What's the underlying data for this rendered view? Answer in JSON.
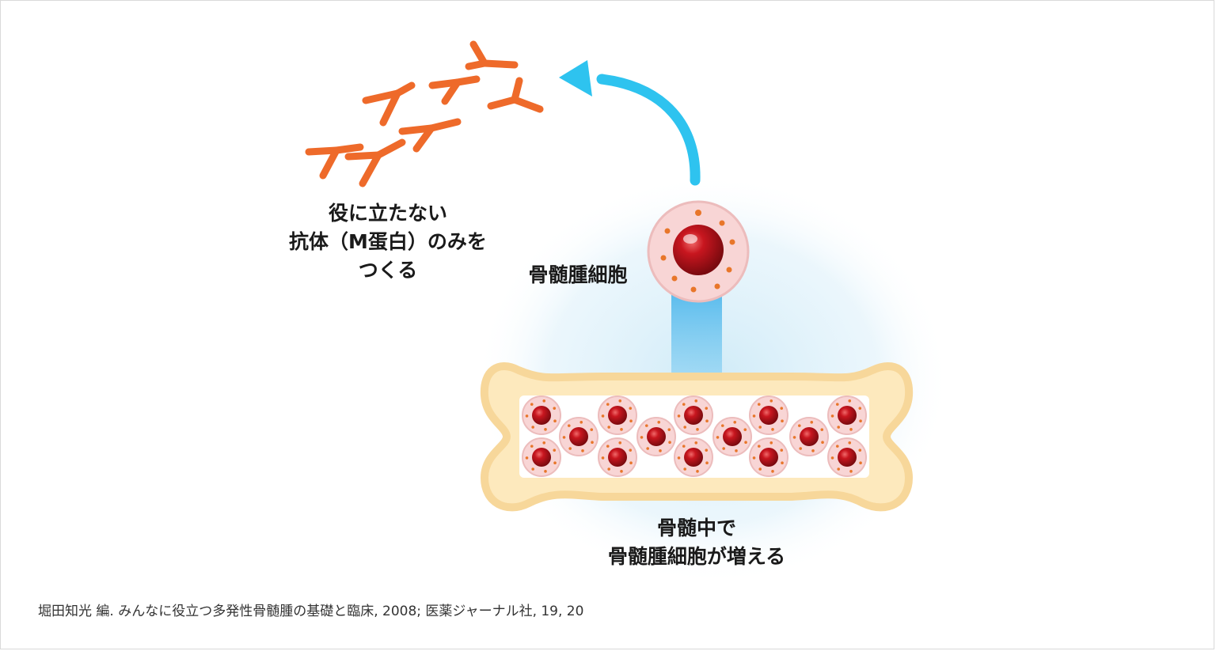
{
  "labels": {
    "antibody": [
      "役に立たない",
      "抗体（M蛋白）のみを",
      "つくる"
    ],
    "myeloma_cell": "骨髄腫細胞",
    "marrow": [
      "骨髄中で",
      "骨髄腫細胞が増える"
    ]
  },
  "caption": "堀田知光 編. みんなに役立つ多発性骨髄腫の基礎と臨床, 2008; 医薬ジャーナル社, 19, 20",
  "colors": {
    "antibody": "#ee6a2a",
    "arrow": "#2ec3ef",
    "glow": "#cdeaf7",
    "bone_fill": "#fde9bd",
    "bone_edge": "#f6d58a",
    "cell_body": "#f8d5d5",
    "cell_edge": "#ecbcbc",
    "nucleus": "#c0141c",
    "granule": "#e8762a",
    "text": "#1a1a1a"
  }
}
